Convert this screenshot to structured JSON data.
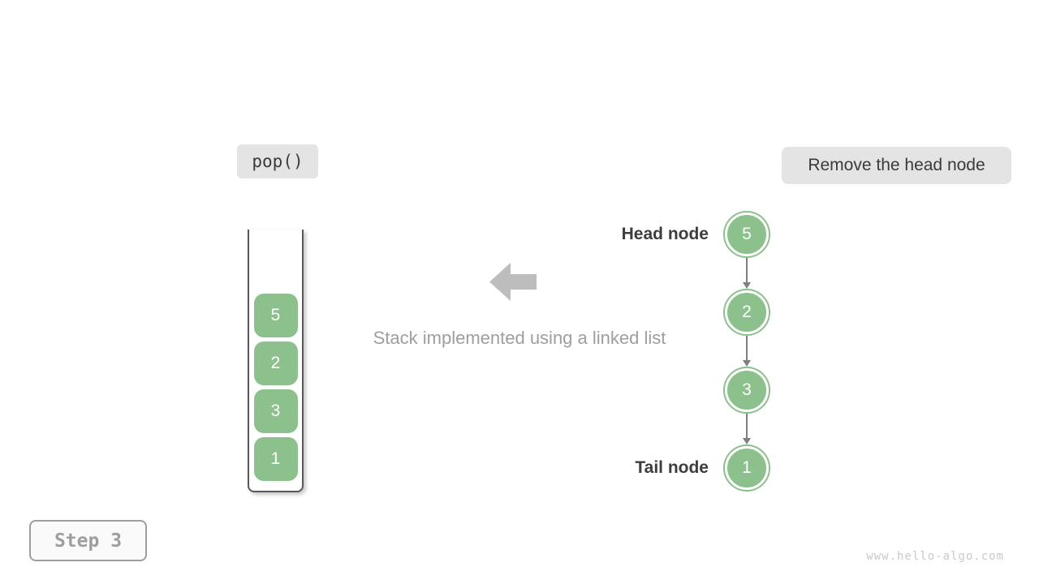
{
  "operation": {
    "label": "pop()"
  },
  "annotation": {
    "label": "Remove the head node"
  },
  "stack": {
    "items": [
      "5",
      "2",
      "3",
      "1"
    ]
  },
  "caption": {
    "text": "Stack implemented using a linked list"
  },
  "linked_list": {
    "head_label": "Head node",
    "tail_label": "Tail node",
    "nodes": [
      {
        "value": "5"
      },
      {
        "value": "2"
      },
      {
        "value": "3"
      },
      {
        "value": "1"
      }
    ]
  },
  "step": {
    "label": "Step 3"
  },
  "watermark": {
    "text": "www.hello-algo.com"
  },
  "colors": {
    "node_green": "#8cc08c",
    "pill_bg": "#e4e4e4",
    "dark_text": "#3a3a3a",
    "muted_text": "#9e9e9e",
    "big_arrow_gray": "#bdbdbd",
    "connector_gray": "#7f7f7f",
    "container_border": "#58585a",
    "watermark_gray": "#c9c9c9"
  }
}
